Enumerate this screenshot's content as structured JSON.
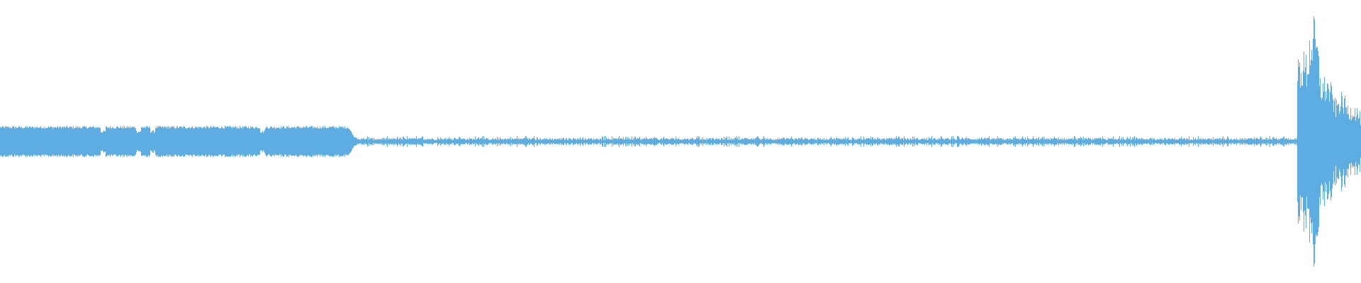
{
  "waveform": {
    "color": "#5dade2",
    "background": "#ffffff",
    "segments": [
      {
        "name": "dense-loud-section",
        "start": 0.0,
        "end": 0.262,
        "level": 0.09
      },
      {
        "name": "quiet-section",
        "start": 0.262,
        "end": 0.953,
        "level": 0.012
      },
      {
        "name": "burst-section",
        "start": 0.953,
        "end": 1.0,
        "level": 0.85
      }
    ]
  }
}
